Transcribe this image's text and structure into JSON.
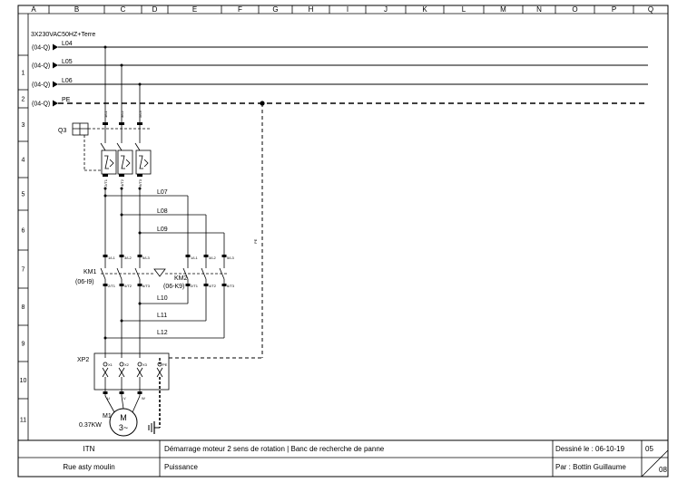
{
  "grid": {
    "columns": [
      "A",
      "B",
      "C",
      "D",
      "E",
      "F",
      "G",
      "H",
      "I",
      "J",
      "K",
      "L",
      "M",
      "N",
      "O",
      "P",
      "Q"
    ],
    "rows": [
      "1",
      "2",
      "3",
      "4",
      "5",
      "6",
      "7",
      "8",
      "9",
      "10",
      "11"
    ]
  },
  "supply": {
    "spec": "3X230VAC50HZ+Terre",
    "ref": "(04-Q)",
    "lines": [
      "L04",
      "L05",
      "L06",
      "PE"
    ]
  },
  "wires": [
    "L07",
    "L08",
    "L09",
    "L10",
    "L11",
    "L12"
  ],
  "breaker": {
    "tag": "Q3",
    "top_terminals": [
      "1/L1",
      "3/L2",
      "5/L3"
    ],
    "bottom_terminals": [
      "2/T1",
      "4/T2",
      "6/T3"
    ]
  },
  "contactors": {
    "km1": {
      "tag": "KM1",
      "ref": "(06-I9)",
      "top_terminals": [
        "1/L1",
        "3/L2",
        "5/L3"
      ],
      "bottom_terminals": [
        "2/T1",
        "4/T2",
        "6/T3"
      ]
    },
    "km2": {
      "tag": "KM2",
      "ref": "(06-K9)",
      "top_terminals": [
        "1/L1",
        "3/L2",
        "5/L3"
      ],
      "bottom_terminals": [
        "2/T1",
        "4/T2",
        "6/T3"
      ]
    }
  },
  "terminal_block": {
    "tag": "XP2",
    "terminals": [
      "X1",
      "X2",
      "X3",
      "PE"
    ]
  },
  "motor": {
    "tag": "M1",
    "power": "0.37KW",
    "symbol_top": "M",
    "symbol_bottom": "3~",
    "terminals": [
      "U",
      "V",
      "W"
    ]
  },
  "pe_wire_label": "PE",
  "title_block": {
    "left_top": "ITN",
    "left_bottom": "Rue asty moulin",
    "title": "Démarrage moteur 2 sens de rotation | Banc de recherche de panne",
    "subtitle": "Puissance",
    "drawn_on": "Dessiné le :  06-10-19",
    "drawn_by": "Par :  Bottin Guillaume",
    "page": "05",
    "pages": "08"
  }
}
